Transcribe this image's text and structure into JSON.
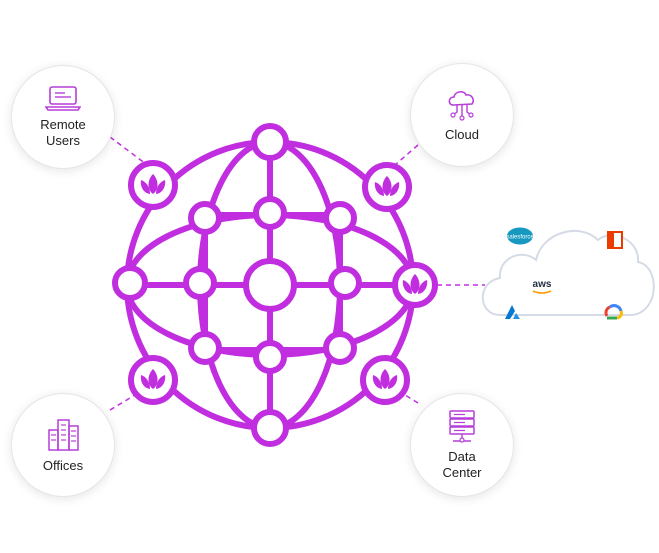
{
  "colors": {
    "accent": "#c02ee0",
    "accent_light": "#d98aef",
    "icon_stroke": "#b63fd9",
    "cloud_outline": "#d5dbe6"
  },
  "endpoints": {
    "remote_users": {
      "label": "Remote\nUsers",
      "icon": "laptop-icon"
    },
    "cloud": {
      "label": "Cloud",
      "icon": "cloud-network-icon"
    },
    "offices": {
      "label": "Offices",
      "icon": "buildings-icon"
    },
    "data_center": {
      "label": "Data\nCenter",
      "icon": "server-rack-icon"
    }
  },
  "cloud_providers": {
    "salesforce": "salesforce",
    "aws": "aws",
    "office": "office-icon",
    "azure": "azure-icon",
    "google_cloud": "google-cloud-icon"
  }
}
